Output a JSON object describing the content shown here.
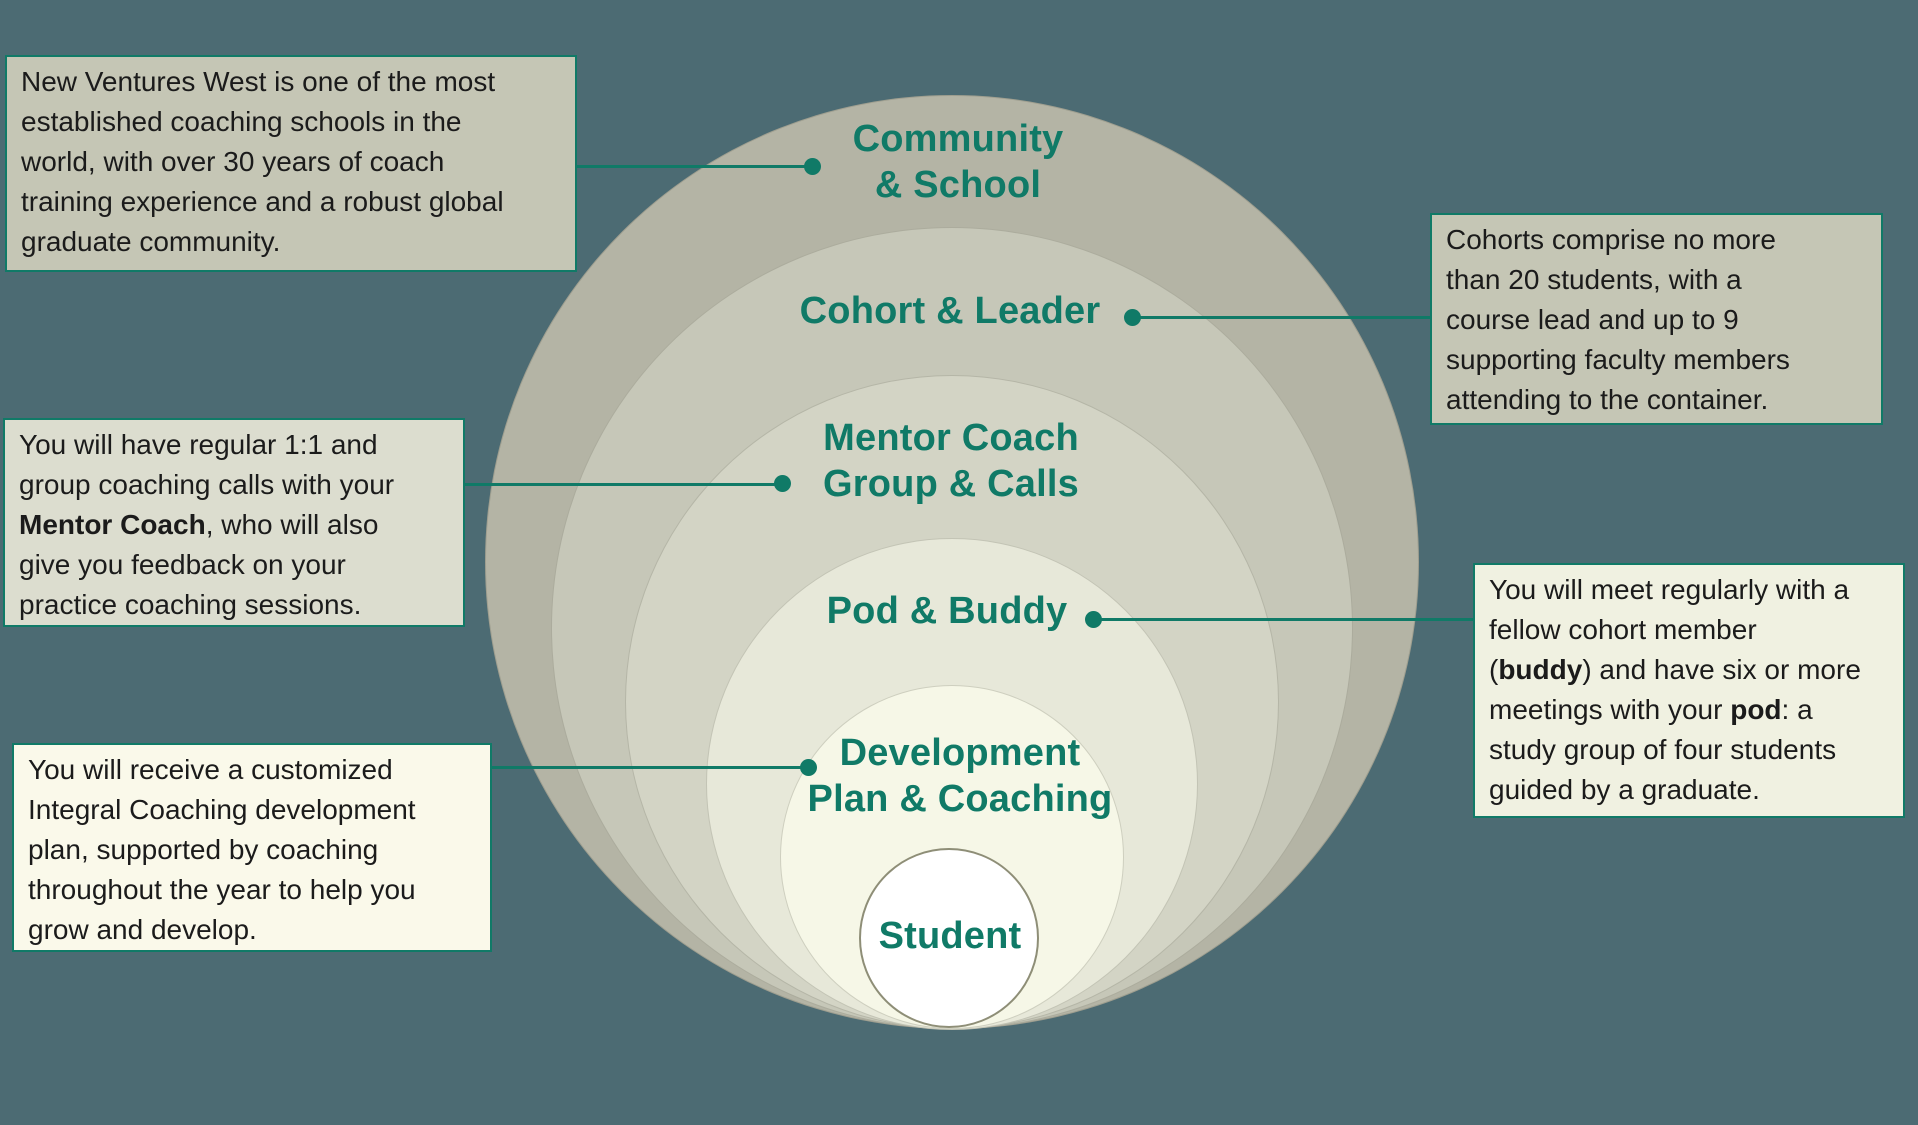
{
  "colors": {
    "background": "#4c6b73",
    "accent": "#107a67",
    "box_text": "#1b1b1b"
  },
  "diagram": {
    "rings": [
      {
        "name": "community-school",
        "line1": "Community",
        "line2": "& School",
        "fill": "#b4b4a5"
      },
      {
        "name": "cohort-leader",
        "line1": "Cohort & Leader",
        "line2": "",
        "fill": "#c6c7b8"
      },
      {
        "name": "mentor-coach-group",
        "line1": "Mentor Coach",
        "line2": "Group & Calls",
        "fill": "#d3d4c5"
      },
      {
        "name": "pod-buddy",
        "line1": "Pod & Buddy",
        "line2": "",
        "fill": "#e7e8d9"
      },
      {
        "name": "development-plan-coaching",
        "line1": "Development",
        "line2": "Plan & Coaching",
        "fill": "#f6f7e7"
      },
      {
        "name": "student",
        "line1": "Student",
        "line2": "",
        "fill": "#ffffff"
      }
    ]
  },
  "callouts": [
    {
      "id": "new-ventures",
      "fill": "#c5c6b5",
      "segments": [
        {
          "t": "New Ventures West is one of the most\nestablished coaching schools in the\nworld, with over 30 years of coach\ntraining experience and a robust global\ngraduate community."
        }
      ]
    },
    {
      "id": "cohorts",
      "fill": "#c5c6b5",
      "segments": [
        {
          "t": "Cohorts comprise no more\nthan 20 students, with a\ncourse lead and up to 9\nsupporting faculty members\nattending to the container."
        }
      ]
    },
    {
      "id": "mentor",
      "fill": "#dcddcf",
      "segments": [
        {
          "t": "You will have regular 1:1 and\ngroup coaching calls with your\n"
        },
        {
          "t": "Mentor Coach",
          "b": true
        },
        {
          "t": ", who will also\ngive you feedback on your\npractice coaching sessions."
        }
      ]
    },
    {
      "id": "development",
      "fill": "#faf9ea",
      "segments": [
        {
          "t": "You will receive a customized\nIntegral Coaching development\nplan, supported by coaching\nthroughout the year to help you\ngrow and develop."
        }
      ]
    },
    {
      "id": "pod",
      "fill": "#f0f1e1",
      "segments": [
        {
          "t": "You will meet regularly with a\nfellow cohort member\n("
        },
        {
          "t": "buddy",
          "b": true
        },
        {
          "t": ") and have six or more\nmeetings with your "
        },
        {
          "t": "pod",
          "b": true
        },
        {
          "t": ": a\nstudy group of four students\nguided by a graduate."
        }
      ]
    }
  ]
}
